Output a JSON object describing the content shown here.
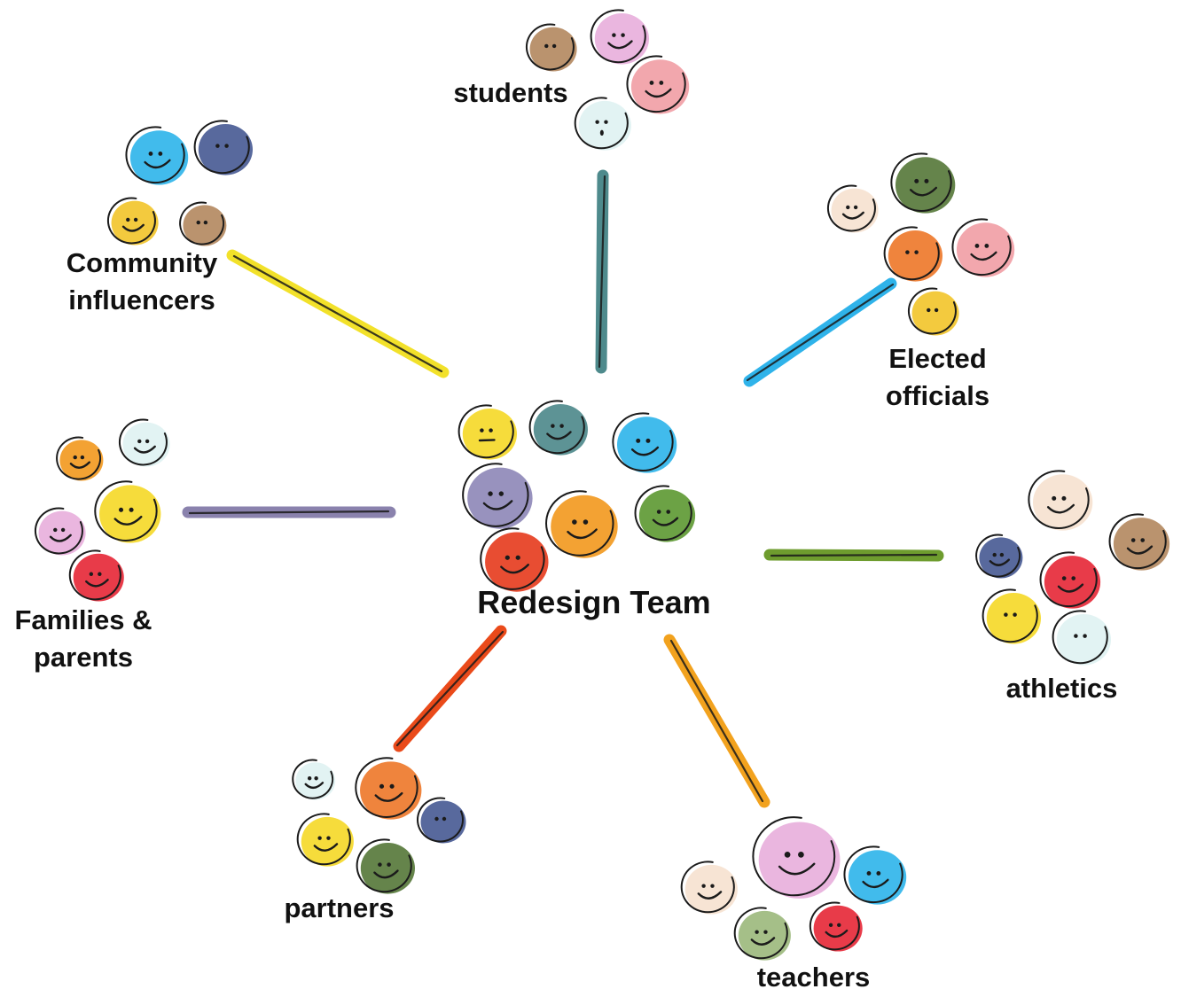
{
  "center": {
    "label": "Redesign Team"
  },
  "groups": [
    {
      "id": "students",
      "lines": [
        "students"
      ],
      "line_color": "#4e8a8c"
    },
    {
      "id": "community",
      "lines": [
        "Community",
        "influencers"
      ],
      "line_color": "#f2e12a"
    },
    {
      "id": "elected",
      "lines": [
        "Elected",
        "officials"
      ],
      "line_color": "#2fb3ea"
    },
    {
      "id": "families",
      "lines": [
        "Families &",
        "parents"
      ],
      "line_color": "#8a82ad"
    },
    {
      "id": "athletics",
      "lines": [
        "athletics"
      ],
      "line_color": "#6e9c2e"
    },
    {
      "id": "partners",
      "lines": [
        "partners"
      ],
      "line_color": "#ea4a1a"
    },
    {
      "id": "teachers",
      "lines": [
        "teachers"
      ],
      "line_color": "#f2a21e"
    }
  ]
}
